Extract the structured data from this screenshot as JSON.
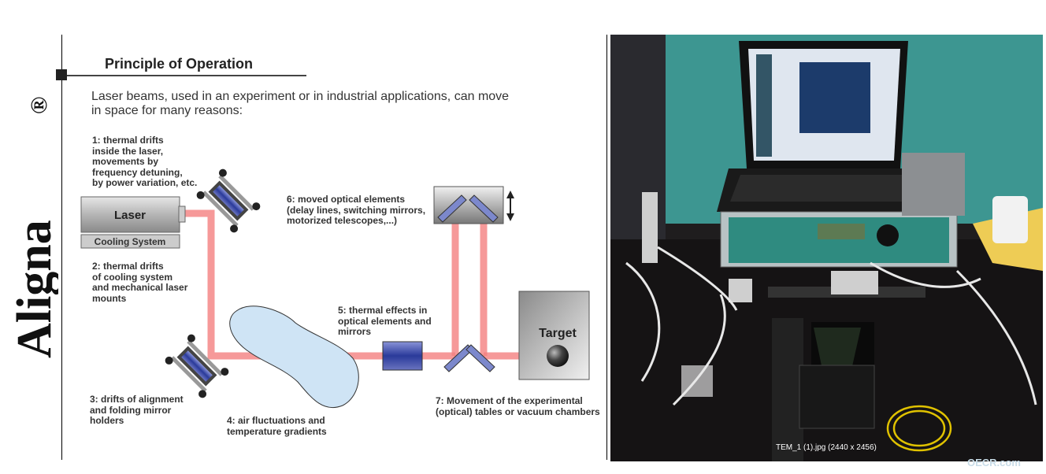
{
  "logo": {
    "brand": "Aligna",
    "mark": "®"
  },
  "slide": {
    "title": "Principle of Operation",
    "intro_line1": "Laser beams, used in an experiment or in industrial applications, can move",
    "intro_line2": "in space for many reasons:",
    "laser_label": "Laser",
    "cooling_label": "Cooling System",
    "target_label": "Target",
    "annotations": [
      {
        "lines": [
          "1: thermal drifts",
          "inside the laser,",
          "movements by",
          "frequency detuning,",
          "by power variation, etc."
        ]
      },
      {
        "lines": [
          "2: thermal drifts",
          "of cooling system",
          "and mechanical laser",
          "mounts"
        ]
      },
      {
        "lines": [
          "3: drifts of alignment",
          "and folding mirror",
          "holders"
        ]
      },
      {
        "lines": [
          "4: air fluctuations and",
          "temperature gradients"
        ]
      },
      {
        "lines": [
          "5: thermal effects in",
          "optical elements and",
          "mirrors"
        ]
      },
      {
        "lines": [
          "6: moved optical elements",
          "(delay lines, switching mirrors,",
          "motorized telescopes,...)"
        ]
      },
      {
        "lines": [
          "7: Movement of the experimental",
          "(optical) tables or vacuum chambers"
        ]
      }
    ]
  },
  "photo": {
    "caption": "TEM_1 (1).jpg (2440 x 2456)"
  },
  "watermark": "OECR.com"
}
